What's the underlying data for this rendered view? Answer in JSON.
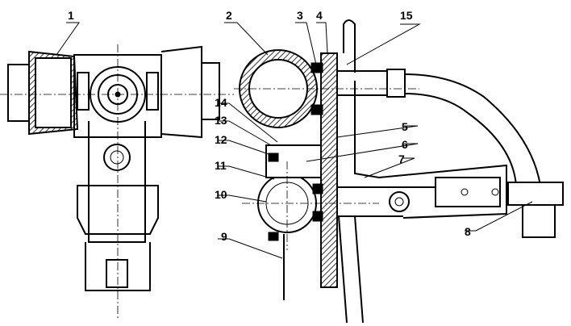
{
  "callouts": [
    {
      "id": "1",
      "text": "1"
    },
    {
      "id": "2",
      "text": "2"
    },
    {
      "id": "3",
      "text": "3"
    },
    {
      "id": "4",
      "text": "4"
    },
    {
      "id": "5",
      "text": "5"
    },
    {
      "id": "6",
      "text": "6"
    },
    {
      "id": "7",
      "text": "7"
    },
    {
      "id": "8",
      "text": "8"
    },
    {
      "id": "9",
      "text": "9"
    },
    {
      "id": "10",
      "text": "10"
    },
    {
      "id": "11",
      "text": "11"
    },
    {
      "id": "12",
      "text": "12"
    },
    {
      "id": "13",
      "text": "13"
    },
    {
      "id": "14",
      "text": "14"
    },
    {
      "id": "15",
      "text": "15"
    }
  ],
  "colors": {
    "ink": "#000000",
    "paper": "#ffffff"
  }
}
